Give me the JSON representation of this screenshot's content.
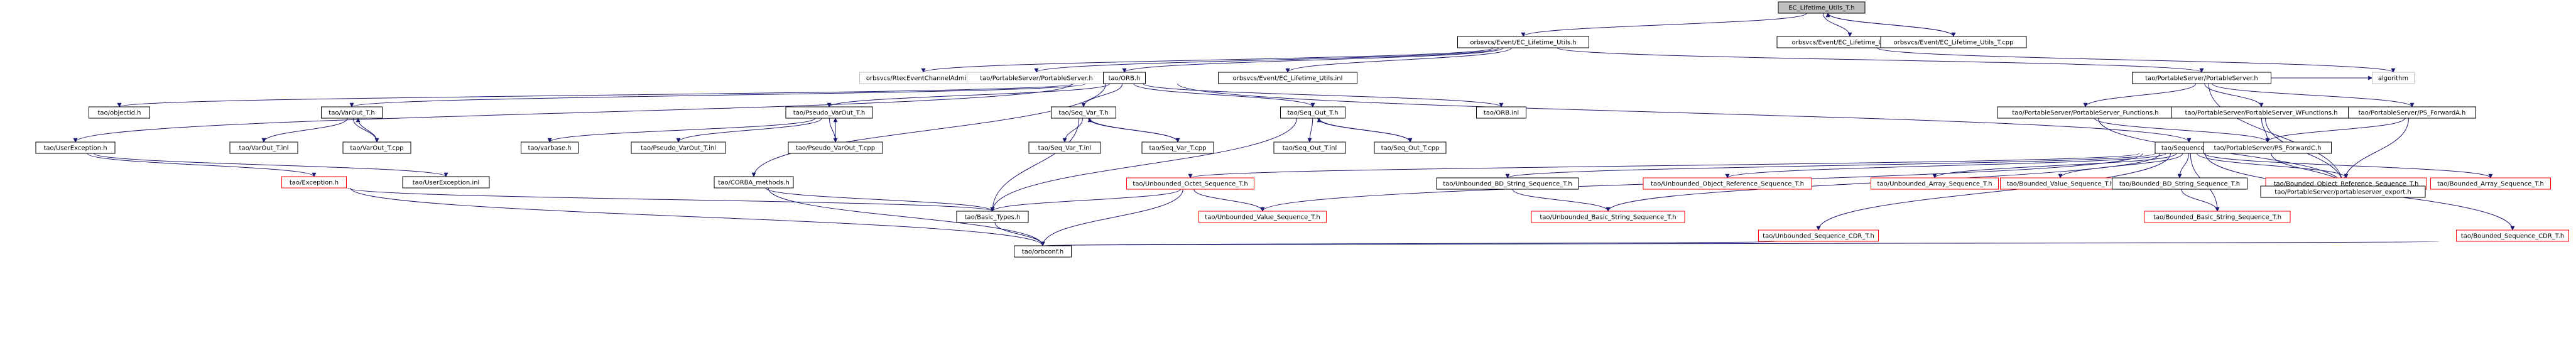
{
  "colors": {
    "edge": "#191970",
    "node_border": "#000000",
    "missing_border": "#ff0000",
    "external_border": "#bfbfbf",
    "root_fill": "#bfbfbf"
  },
  "nodes": {
    "n_root": "EC_Lifetime_Utils_T.h",
    "n_ecutils": "orbsvcs/Event/EC_Lifetime_Utils.h",
    "n_tinl": "orbsvcs/Event/EC_Lifetime_Utils_T.inl",
    "n_tcpp": "orbsvcs/Event/EC_Lifetime_Utils_T.cpp",
    "n_rtec": "orbsvcs/RtecEventChannelAdminC.h",
    "n_psh": "tao/PortableServer/PortableServer.h",
    "n_orbh": "tao/ORB.h",
    "n_ecinl": "orbsvcs/Event/EC_Lifetime_Utils.inl",
    "n_psh2": "tao/PortableServer/PortableServer.h",
    "n_algo": "algorithm",
    "n_objectid": "tao/objectid.h",
    "n_varout": "tao/VarOut_T.h",
    "n_pvarout": "tao/Pseudo_VarOut_T.h",
    "n_seqvar": "tao/Seq_Var_T.h",
    "n_seqout": "tao/Seq_Out_T.h",
    "n_orbinl": "tao/ORB.inl",
    "n_psfunc": "tao/PortableServer/PortableServer_Functions.h",
    "n_pswfunc": "tao/PortableServer/PortableServer_WFunctions.h",
    "n_psfwda": "tao/PortableServer/PS_ForwardA.h",
    "n_userexc": "tao/UserException.h",
    "n_varoutinl": "tao/VarOut_T.inl",
    "n_varoutcpp": "tao/VarOut_T.cpp",
    "n_varbase": "tao/varbase.h",
    "n_pvaroutinl": "tao/Pseudo_VarOut_T.inl",
    "n_pvaroutcpp": "tao/Pseudo_VarOut_T.cpp",
    "n_seqvarinl": "tao/Seq_Var_T.inl",
    "n_seqvarcpp": "tao/Seq_Var_T.cpp",
    "n_seqoutinl": "tao/Seq_Out_T.inl",
    "n_seqoutcpp": "tao/Seq_Out_T.cpp",
    "n_seqT": "tao/Sequence_T.h",
    "n_psfwdc": "tao/PortableServer/PS_ForwardC.h",
    "n_exception": "tao/Exception.h",
    "n_userexcinl": "tao/UserException.inl",
    "n_corba": "tao/CORBA_methods.h",
    "n_basic": "tao/Basic_Types.h",
    "n_orbconf": "tao/orbconf.h",
    "n_uoctet": "tao/Unbounded_Octet_Sequence_T.h",
    "n_ubdstr": "tao/Unbounded_BD_String_Sequence_T.h",
    "n_uobjref": "tao/Unbounded_Object_Reference_Sequence_T.h",
    "n_uarray": "tao/Unbounded_Array_Sequence_T.h",
    "n_bvalue": "tao/Bounded_Value_Sequence_T.h",
    "n_bbdstr": "tao/Bounded_BD_String_Sequence_T.h",
    "n_bobjref": "tao/Bounded_Object_Reference_Sequence_T.h",
    "n_barray": "tao/Bounded_Array_Sequence_T.h",
    "n_psexport": "tao/PortableServer/portableserver_export.h",
    "n_uvalue": "tao/Unbounded_Value_Sequence_T.h",
    "n_ubasicstr": "tao/Unbounded_Basic_String_Sequence_T.h",
    "n_ucdr": "tao/Unbounded_Sequence_CDR_T.h",
    "n_bbasicstr": "tao/Bounded_Basic_String_Sequence_T.h",
    "n_bcdr": "tao/Bounded_Sequence_CDR_T.h"
  }
}
